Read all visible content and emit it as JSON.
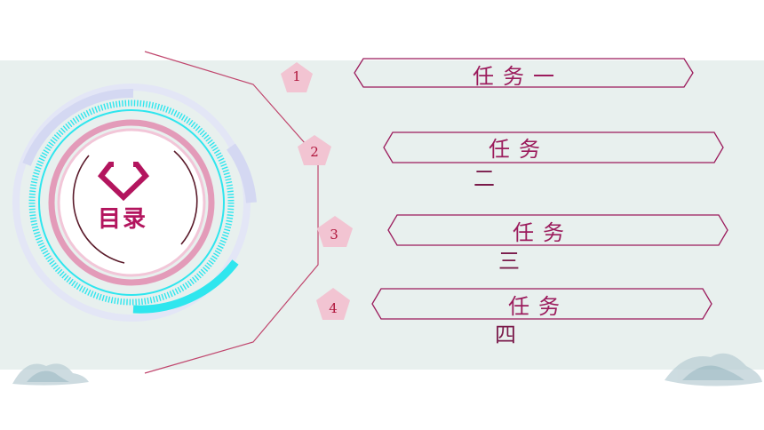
{
  "toc": {
    "title": "目录",
    "items": [
      {
        "num": "1",
        "line1": "任务一",
        "line2": ""
      },
      {
        "num": "2",
        "line1": "任务",
        "line2": "二"
      },
      {
        "num": "3",
        "line1": "任务",
        "line2": "三"
      },
      {
        "num": "4",
        "line1": "任务",
        "line2": "四"
      }
    ]
  },
  "colors": {
    "accent": "#b3155e",
    "cyan": "#2fe6ee",
    "lavender": "#d4d8f2",
    "badge": "#f2c4d2",
    "band": "#e8f0ee"
  }
}
